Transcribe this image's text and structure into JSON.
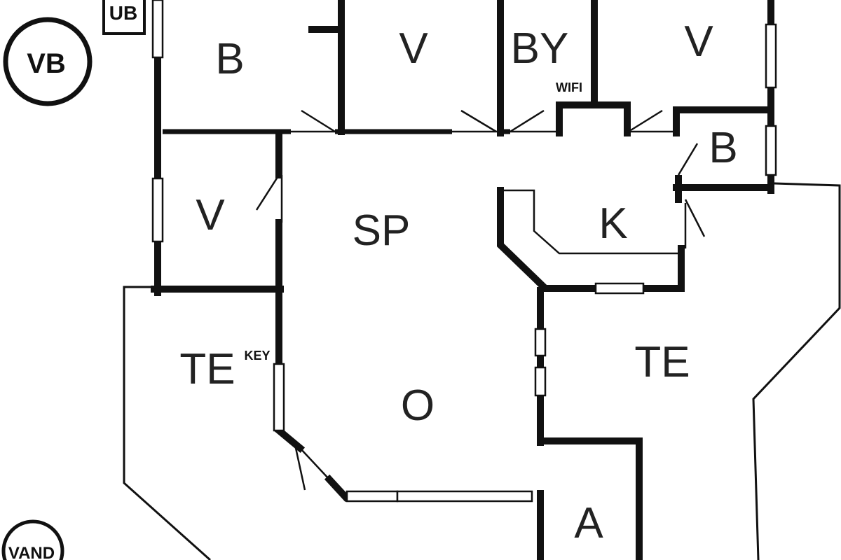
{
  "labels": {
    "vb": "VB",
    "ub": "UB",
    "vand": "VAND",
    "wifi": "WIFI",
    "key": "KEY"
  },
  "rooms": {
    "b_top": "B",
    "v_top_center": "V",
    "by": "BY",
    "v_top_right": "V",
    "b_right": "B",
    "v_left": "V",
    "sp": "SP",
    "k": "K",
    "te_left": "TE",
    "o": "O",
    "te_right": "TE",
    "a": "A"
  },
  "colors": {
    "wall": "#111111",
    "background": "#ffffff",
    "text": "#222222"
  }
}
